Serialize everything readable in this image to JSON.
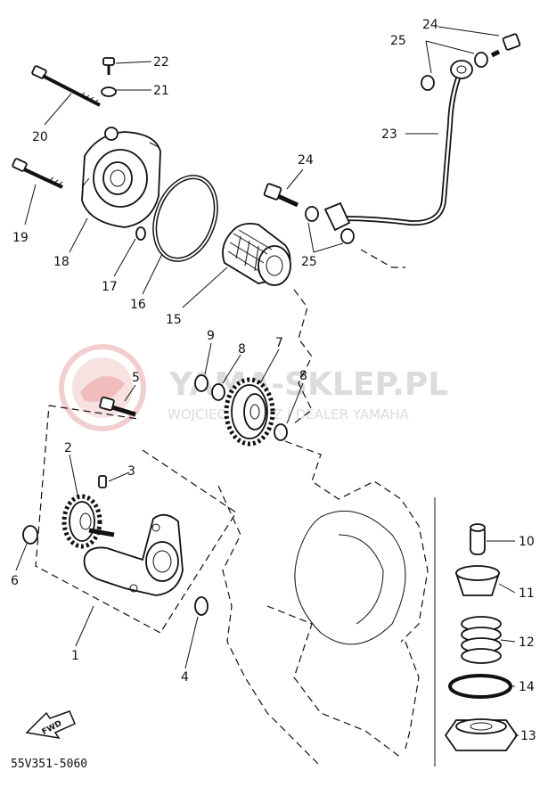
{
  "callouts": {
    "c1": "1",
    "c2": "2",
    "c3": "3",
    "c4": "4",
    "c5": "5",
    "c6": "6",
    "c7": "7",
    "c8a": "8",
    "c8b": "8",
    "c9": "9",
    "c10": "10",
    "c11": "11",
    "c12": "12",
    "c13": "13",
    "c14": "14",
    "c15": "15",
    "c16": "16",
    "c17": "17",
    "c18": "18",
    "c19": "19",
    "c20": "20",
    "c21": "21",
    "c22": "22",
    "c23": "23",
    "c24a": "24",
    "c24b": "24",
    "c25a": "25",
    "c25b": "25"
  },
  "watermark": {
    "title": "YAMA-SKLEP.PL",
    "subtitle": "WOJCIECHOWICZ | DEALER YAMAHA"
  },
  "fwd_label": "FWD",
  "diagram_code": "55V351-5060"
}
